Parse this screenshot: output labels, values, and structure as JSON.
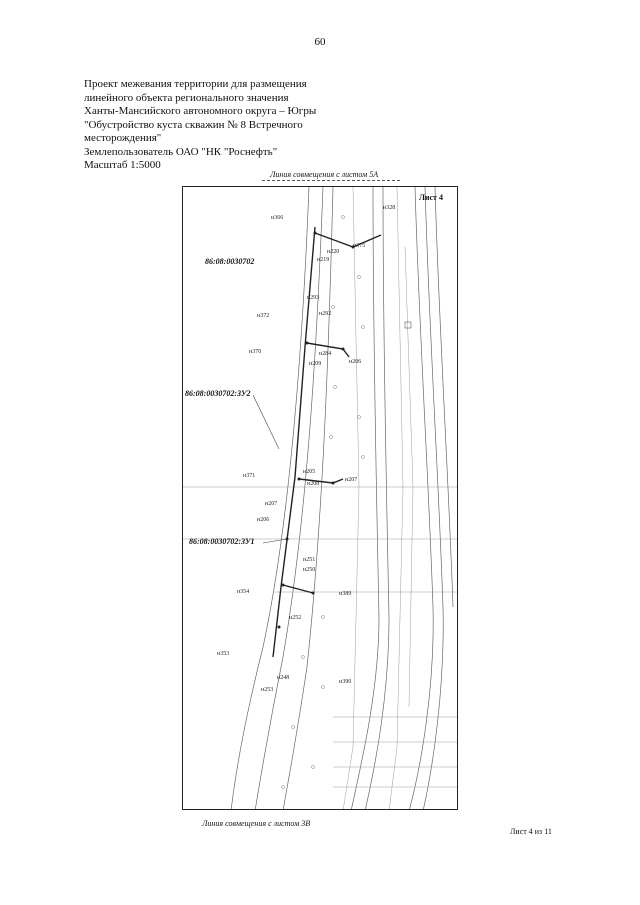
{
  "page_number": "60",
  "header": {
    "lines": [
      "Проект межевания территории для размещения",
      "линейного объекта регионального значения",
      "Ханты-Мансийского автономного округа – Югры",
      "\"Обустройство куста скважин № 8 Встречного",
      "месторождения\"",
      "Землепользователь ОАО \"НК \"Роснефть\"",
      "Масштаб 1:5000"
    ]
  },
  "map": {
    "top_match_line": "Линия совмещения с листом 5А",
    "bottom_match_line": "Линия совмещения с листом 3В",
    "sheet_label": "Лист 4",
    "cadastral_labels": [
      "86:08:0030702",
      "86:08:0030702:ЗУ2",
      "86:08:0030702:ЗУ1"
    ],
    "points": [
      "н328",
      "н366",
      "н375",
      "н219",
      "н220",
      "н293",
      "н372",
      "н292",
      "н370",
      "н284",
      "н209",
      "н206",
      "н371",
      "н205",
      "н208",
      "н207",
      "н207",
      "н206",
      "н251",
      "н250",
      "н354",
      "н389",
      "н252",
      "н353",
      "н248",
      "н390",
      "н253"
    ]
  },
  "footer": {
    "sheet_counter": "Лист 4 из 11"
  }
}
